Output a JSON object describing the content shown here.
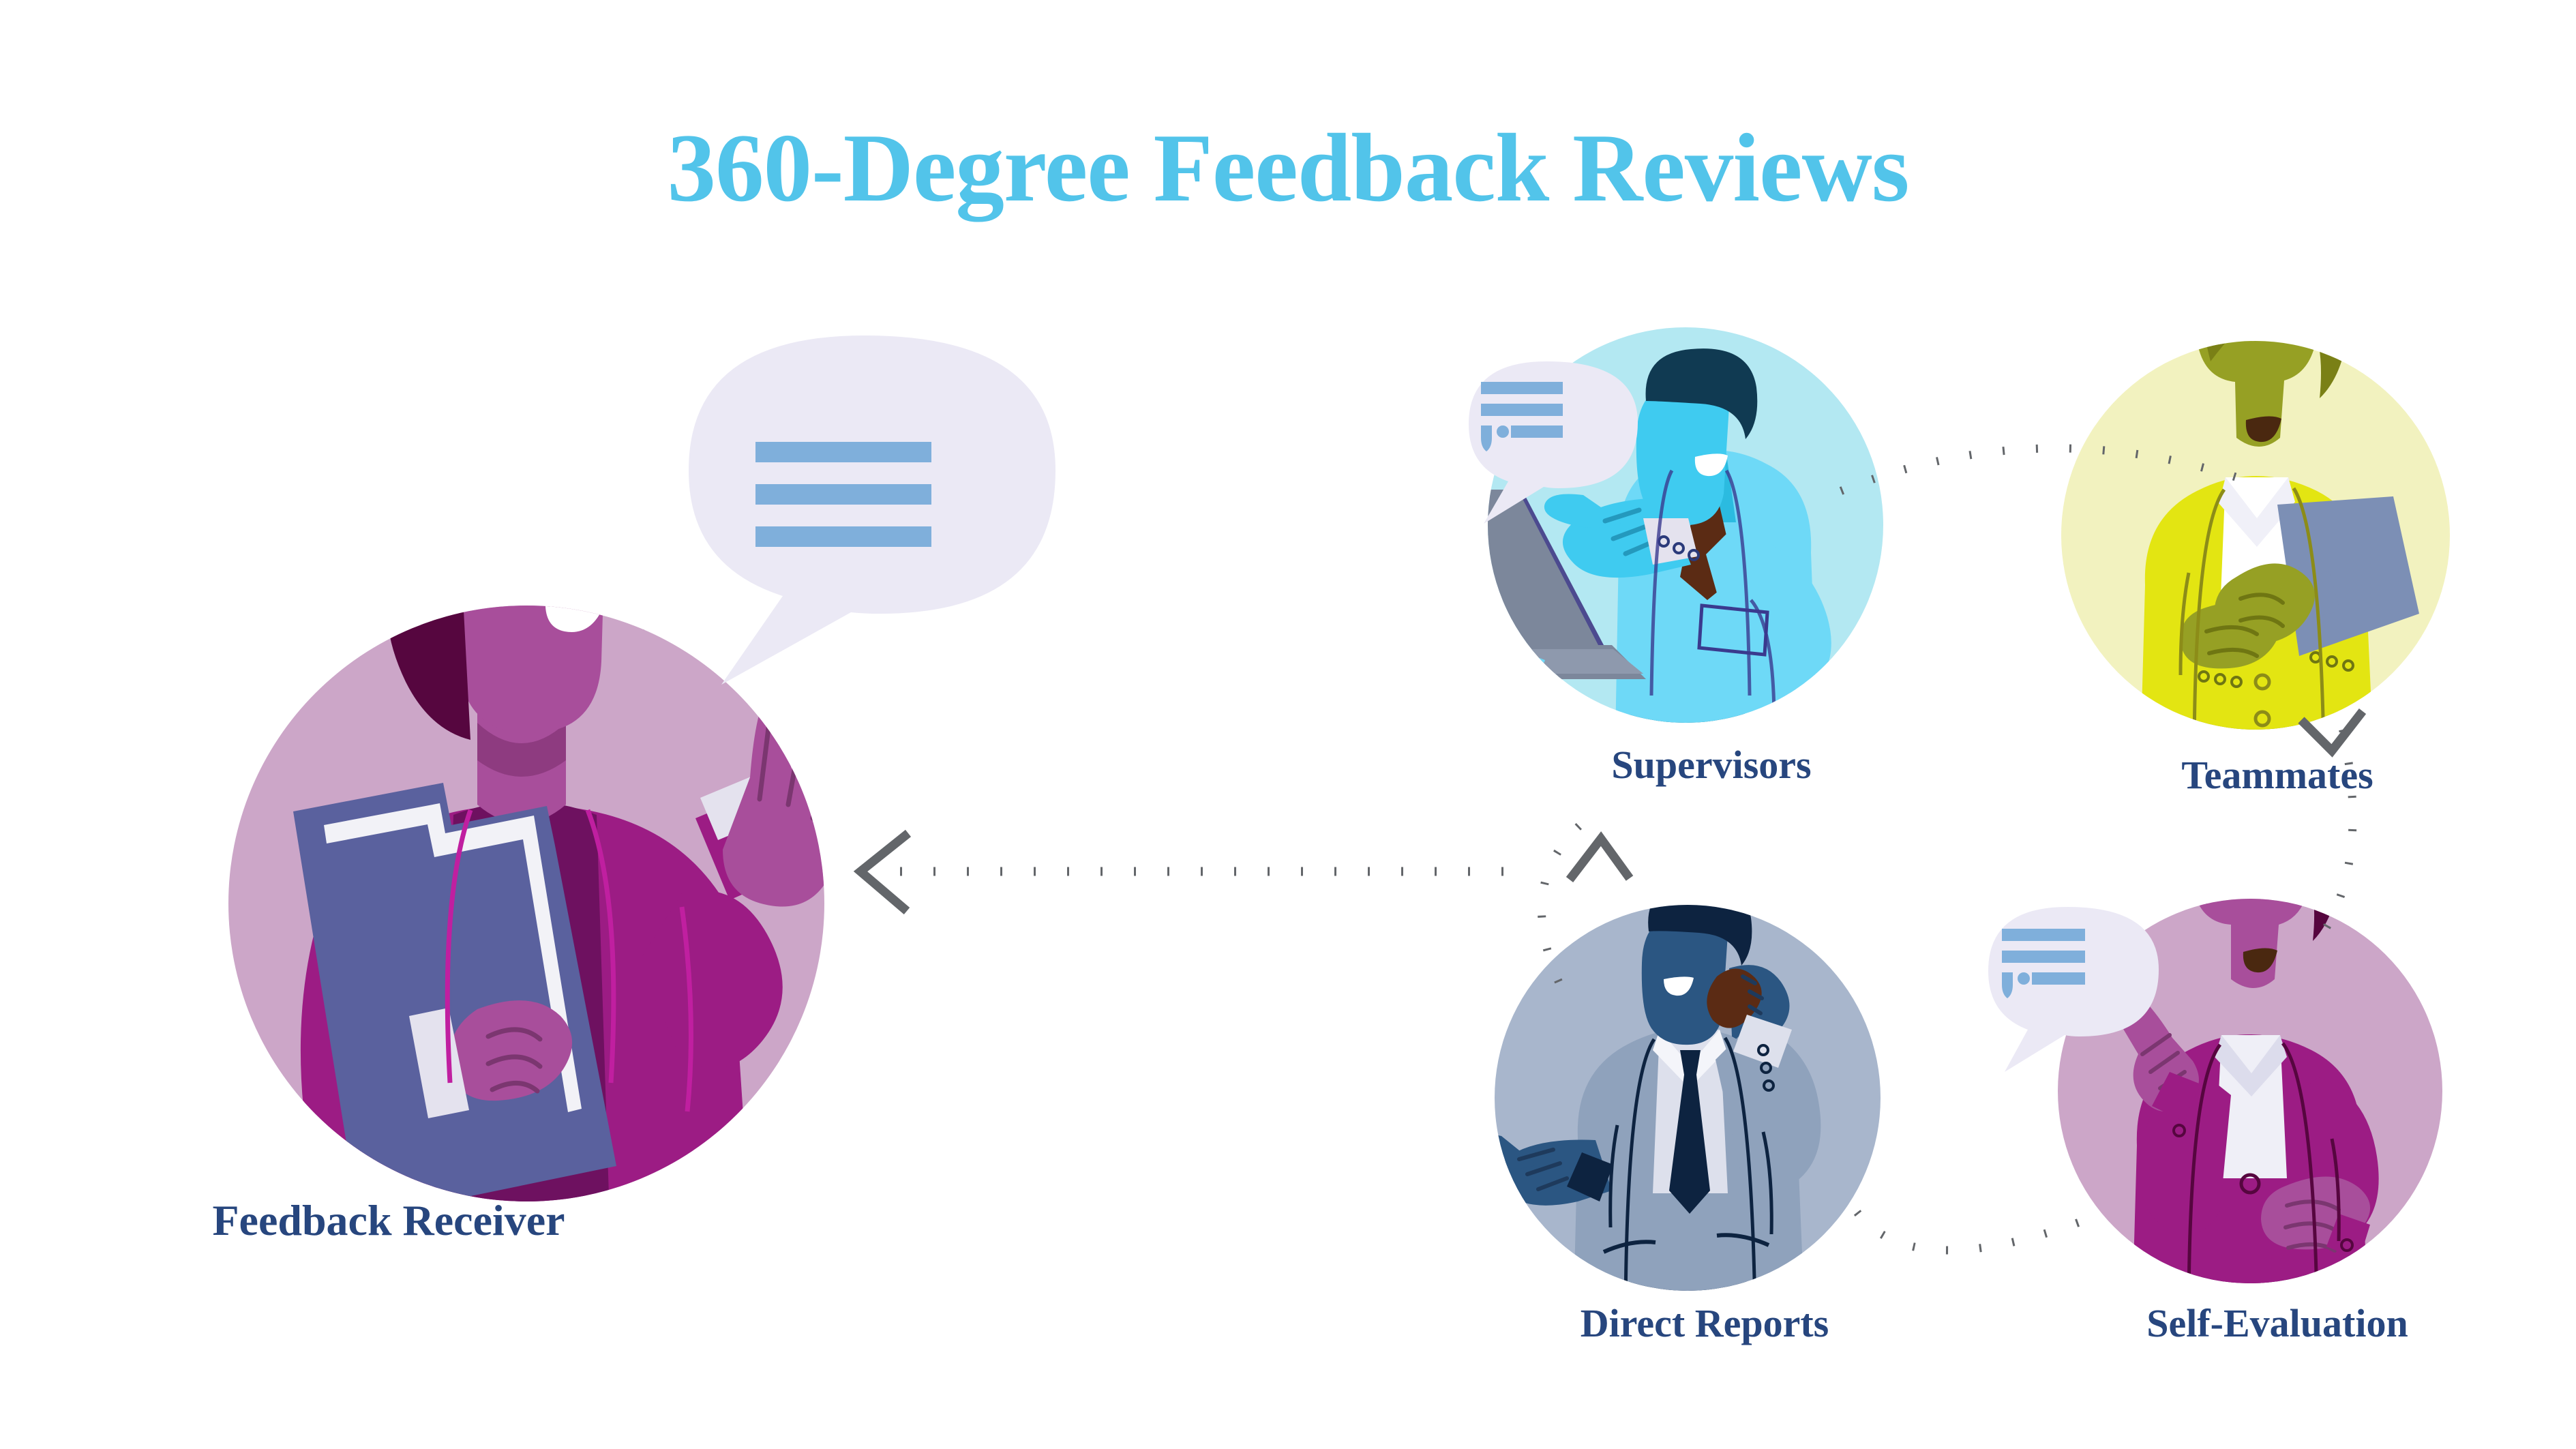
{
  "page": {
    "title": "360-Degree Feedback Reviews",
    "title_color": "#52C4EA",
    "background_color": "#FFFFFF",
    "label_color": "#27467E",
    "connector_color": "#63666A"
  },
  "diagram": {
    "type": "cycle-diagram",
    "center_node": {
      "id": "feedback-receiver",
      "label": "Feedback Receiver",
      "circle_color": "#CCA6C8",
      "accent_color": "#9C1C84",
      "has_speech_bubble": true,
      "speech_bubble": {
        "fill": "#EBE9F5",
        "line_color": "#7FAFDB",
        "lines": 3
      }
    },
    "source_nodes": [
      {
        "id": "supervisors",
        "label": "Supervisors",
        "circle_color": "#B3E8F2",
        "accent_color": "#5BD2F0",
        "has_speech_bubble": true,
        "speech_bubble": {
          "fill": "#EBE9F5",
          "line_color": "#7FAFDB",
          "lines": 3
        },
        "prop": "laptop"
      },
      {
        "id": "teammates",
        "label": "Teammates",
        "circle_color": "#F2F2BF",
        "accent_color": "#E3E512",
        "has_speech_bubble": false,
        "prop": "clipboard"
      },
      {
        "id": "direct-reports",
        "label": "Direct Reports",
        "circle_color": "#A8B6CC",
        "accent_color": "#8FA2BC",
        "has_speech_bubble": false,
        "prop": "phone"
      },
      {
        "id": "self-evaluation",
        "label": "Self-Evaluation",
        "circle_color": "#CCA6C8",
        "accent_color": "#9C1C84",
        "has_speech_bubble": true,
        "speech_bubble": {
          "fill": "#EBE9F5",
          "line_color": "#7FAFDB",
          "lines": 3
        },
        "prop": "pointing"
      }
    ],
    "connectors": [
      {
        "id": "supervisors-to-teammates",
        "style": "dotted-arc",
        "arrow": false
      },
      {
        "id": "teammates-to-self-evaluation",
        "style": "dotted-curve",
        "arrow": true,
        "arrow_direction": "down"
      },
      {
        "id": "self-evaluation-to-direct-reports",
        "style": "dotted-arc",
        "arrow": false
      },
      {
        "id": "direct-reports-to-supervisors",
        "style": "dotted-curve",
        "arrow": true,
        "arrow_direction": "up"
      },
      {
        "id": "cluster-to-feedback-receiver",
        "style": "dotted-line",
        "arrow": true,
        "arrow_direction": "left"
      }
    ]
  }
}
